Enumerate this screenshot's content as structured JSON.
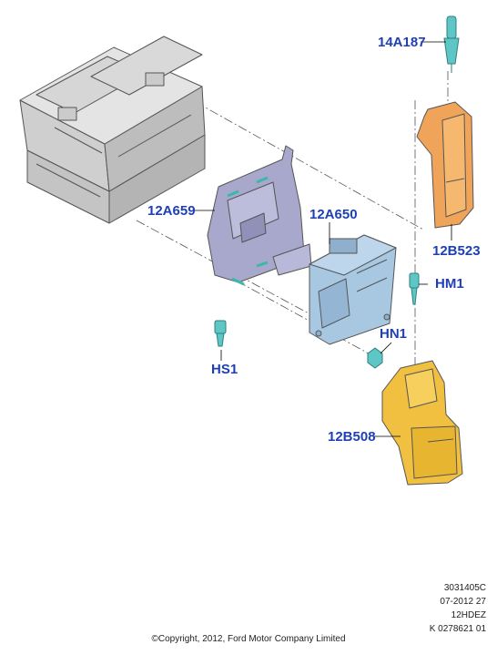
{
  "callouts": {
    "p14A187": "14A187",
    "p12B523": "12B523",
    "p12A659": "12A659",
    "p12A650": "12A650",
    "pHM1": "HM1",
    "pHN1": "HN1",
    "pHS1": "HS1",
    "p12B508": "12B508"
  },
  "meta": {
    "line1": "3031405C",
    "line2": "07-2012 27",
    "line3": "12HDEZ",
    "line4": "K 0278621 01"
  },
  "copyright": "©Copyright, 2012, Ford Motor Company Limited",
  "colors": {
    "callout": "#1f3fb4",
    "battery": "#d4d4d4",
    "bracket": "#a8a8cc",
    "module": "#a8c8e2",
    "upper_cover": "#f0a45a",
    "lower_cover": "#f2c040",
    "fastener": "#5fc6c6"
  }
}
